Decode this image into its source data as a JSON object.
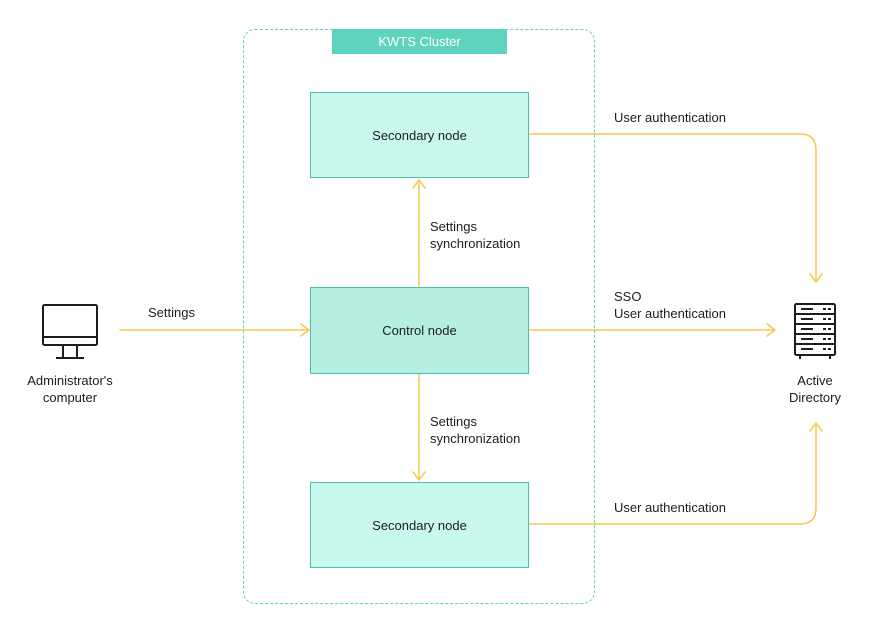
{
  "cluster": {
    "title": "KWTS Cluster"
  },
  "nodes": {
    "secondary_top": "Secondary node",
    "control": "Control node",
    "secondary_bottom": "Secondary node"
  },
  "admin": {
    "label_line1": "Administrator's",
    "label_line2": "computer"
  },
  "ad": {
    "label_line1": "Active",
    "label_line2": "Directory"
  },
  "arrows": {
    "settings": "Settings",
    "sync_top_line1": "Settings",
    "sync_top_line2": "synchronization",
    "sync_bottom_line1": "Settings",
    "sync_bottom_line2": "synchronization",
    "auth_top": "User authentication",
    "sso_line1": "SSO",
    "sso_line2": "User authentication",
    "auth_bottom": "User authentication"
  },
  "colors": {
    "arrow": "#f5c850",
    "cluster_border": "#5ed3be",
    "node_fill": "#c9f8ee",
    "control_fill": "#b4efe2",
    "node_border": "#45c2ab",
    "icon": "#1d1d1b"
  },
  "icons": {
    "computer": "monitor-icon",
    "server": "server-rack-icon"
  }
}
